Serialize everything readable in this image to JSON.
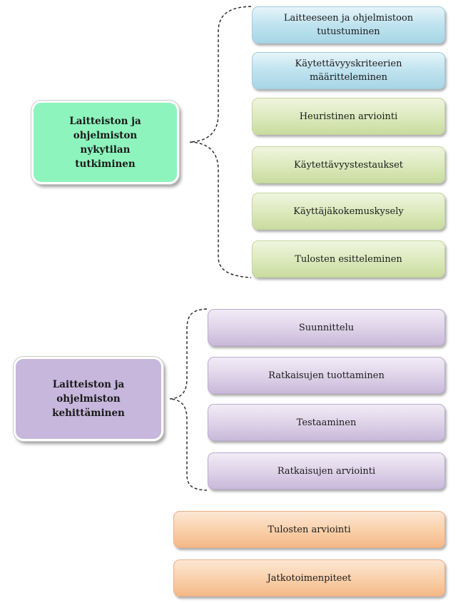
{
  "groups": [
    {
      "main": {
        "lines": [
          "Laitteiston ja",
          "ohjelmiston",
          "nykytilan",
          "tutkiminen"
        ],
        "color": "#8ef4bd"
      },
      "items": [
        {
          "lines": [
            "Laitteeseen ja ohjelmistoon",
            "tutustuminen"
          ],
          "style": "blue"
        },
        {
          "lines": [
            "Käytettävyyskriteerien",
            "määritteleminen"
          ],
          "style": "blue"
        },
        {
          "lines": [
            "Heuristinen arviointi"
          ],
          "style": "green"
        },
        {
          "lines": [
            "Käytettävyystestaukset"
          ],
          "style": "green"
        },
        {
          "lines": [
            "Käyttäjäkokemuskysely"
          ],
          "style": "green"
        },
        {
          "lines": [
            "Tulosten esitteleminen"
          ],
          "style": "green"
        }
      ]
    },
    {
      "main": {
        "lines": [
          "Laitteiston ja",
          "ohjelmiston",
          "kehittäminen"
        ],
        "color": "#c7b7dc"
      },
      "items": [
        {
          "lines": [
            "Suunnittelu"
          ],
          "style": "purple"
        },
        {
          "lines": [
            "Ratkaisujen tuottaminen"
          ],
          "style": "purple"
        },
        {
          "lines": [
            "Testaaminen"
          ],
          "style": "purple"
        },
        {
          "lines": [
            "Ratkaisujen arviointi"
          ],
          "style": "purple"
        }
      ]
    }
  ],
  "standalone": [
    {
      "lines": [
        "Tulosten arviointi"
      ],
      "style": "orange"
    },
    {
      "lines": [
        "Jatkotoimenpiteet"
      ],
      "style": "orange"
    }
  ],
  "palette": {
    "blue": "#bfe3ef",
    "green": "#dbe9bb",
    "purple": "#ddd1e8",
    "orange": "#f9cfa8",
    "brace": "#222222"
  }
}
